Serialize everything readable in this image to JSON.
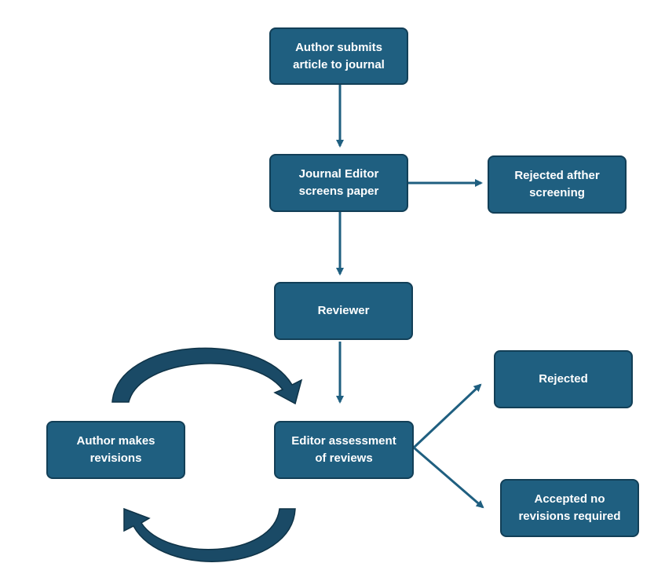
{
  "diagram": {
    "colors": {
      "node_fill": "#1f5f80",
      "node_border": "#123f57",
      "arrow": "#1f5f80",
      "loop_arrow": "#1a4a66",
      "text": "#ffffff"
    },
    "nodes": {
      "submit": {
        "line1": "Author submits",
        "line2": "article to journal"
      },
      "screen": {
        "line1": "Journal Editor",
        "line2": "screens paper"
      },
      "rejected_screening": {
        "line1": "Rejected afther",
        "line2": "screening"
      },
      "reviewer": {
        "line1": "Reviewer"
      },
      "rejected": {
        "line1": "Rejected"
      },
      "revisions": {
        "line1": "Author makes",
        "line2": "revisions"
      },
      "assessment": {
        "line1": "Editor assessment",
        "line2": "of reviews"
      },
      "accepted": {
        "line1": "Accepted no",
        "line2": "revisions required"
      }
    },
    "edges": [
      {
        "from": "submit",
        "to": "screen"
      },
      {
        "from": "screen",
        "to": "rejected_screening"
      },
      {
        "from": "screen",
        "to": "reviewer"
      },
      {
        "from": "reviewer",
        "to": "assessment"
      },
      {
        "from": "assessment",
        "to": "rejected"
      },
      {
        "from": "assessment",
        "to": "accepted"
      },
      {
        "from": "revisions",
        "to": "assessment",
        "style": "curved-loop"
      },
      {
        "from": "assessment",
        "to": "revisions",
        "style": "curved-loop"
      }
    ]
  }
}
